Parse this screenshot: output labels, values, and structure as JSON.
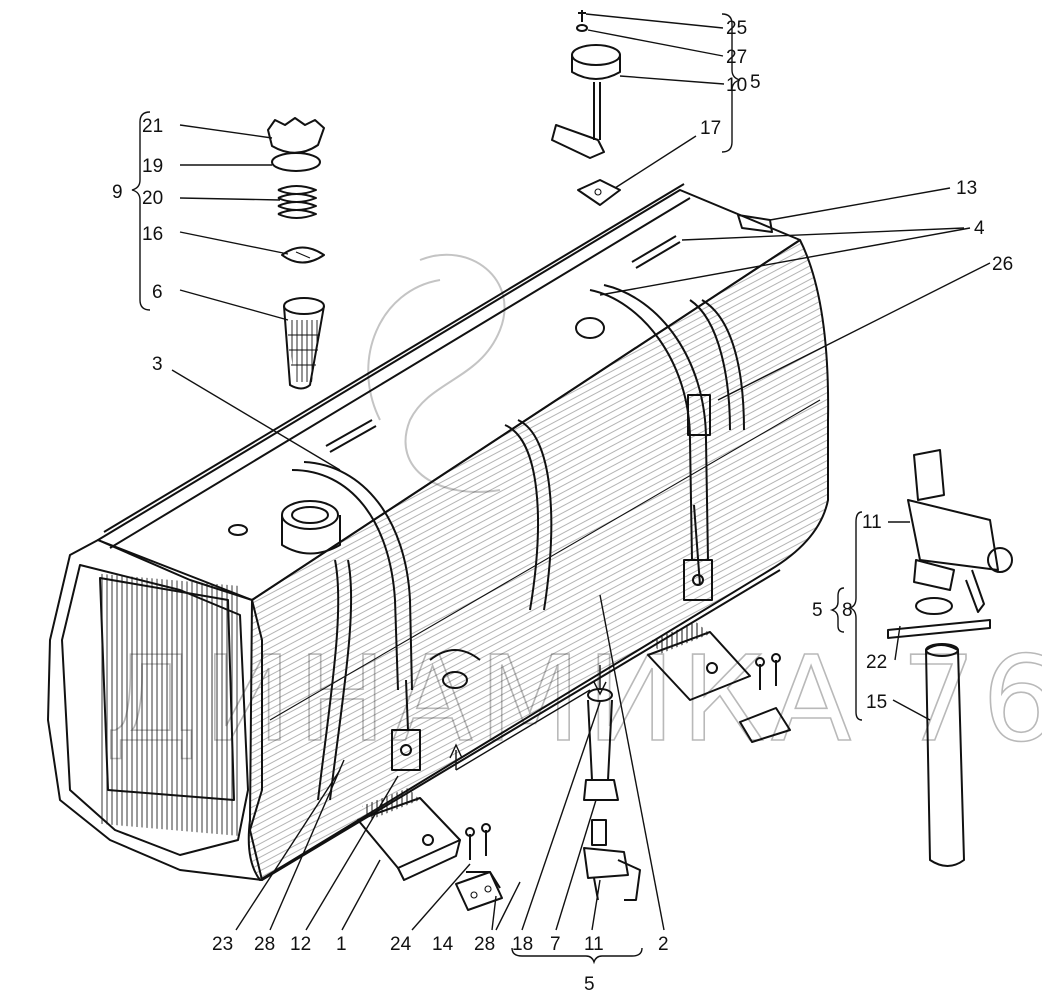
{
  "watermark": "ДИНАМИКА 76",
  "labels": {
    "l25": "25",
    "l27": "27",
    "l10": "10",
    "l5_top": "5",
    "l17": "17",
    "l13": "13",
    "l4": "4",
    "l26": "26",
    "l21": "21",
    "l19": "19",
    "l9": "9",
    "l20": "20",
    "l16": "16",
    "l6": "6",
    "l3": "3",
    "l11_right": "11",
    "l5_right": "5",
    "l8": "8",
    "l22": "22",
    "l15": "15",
    "l23": "23",
    "l28_a": "28",
    "l12": "12",
    "l1": "1",
    "l24": "24",
    "l14": "14",
    "l28_b": "28",
    "l18": "18",
    "l7": "7",
    "l11_bottom": "11",
    "l2": "2",
    "l5_bottom": "5"
  }
}
